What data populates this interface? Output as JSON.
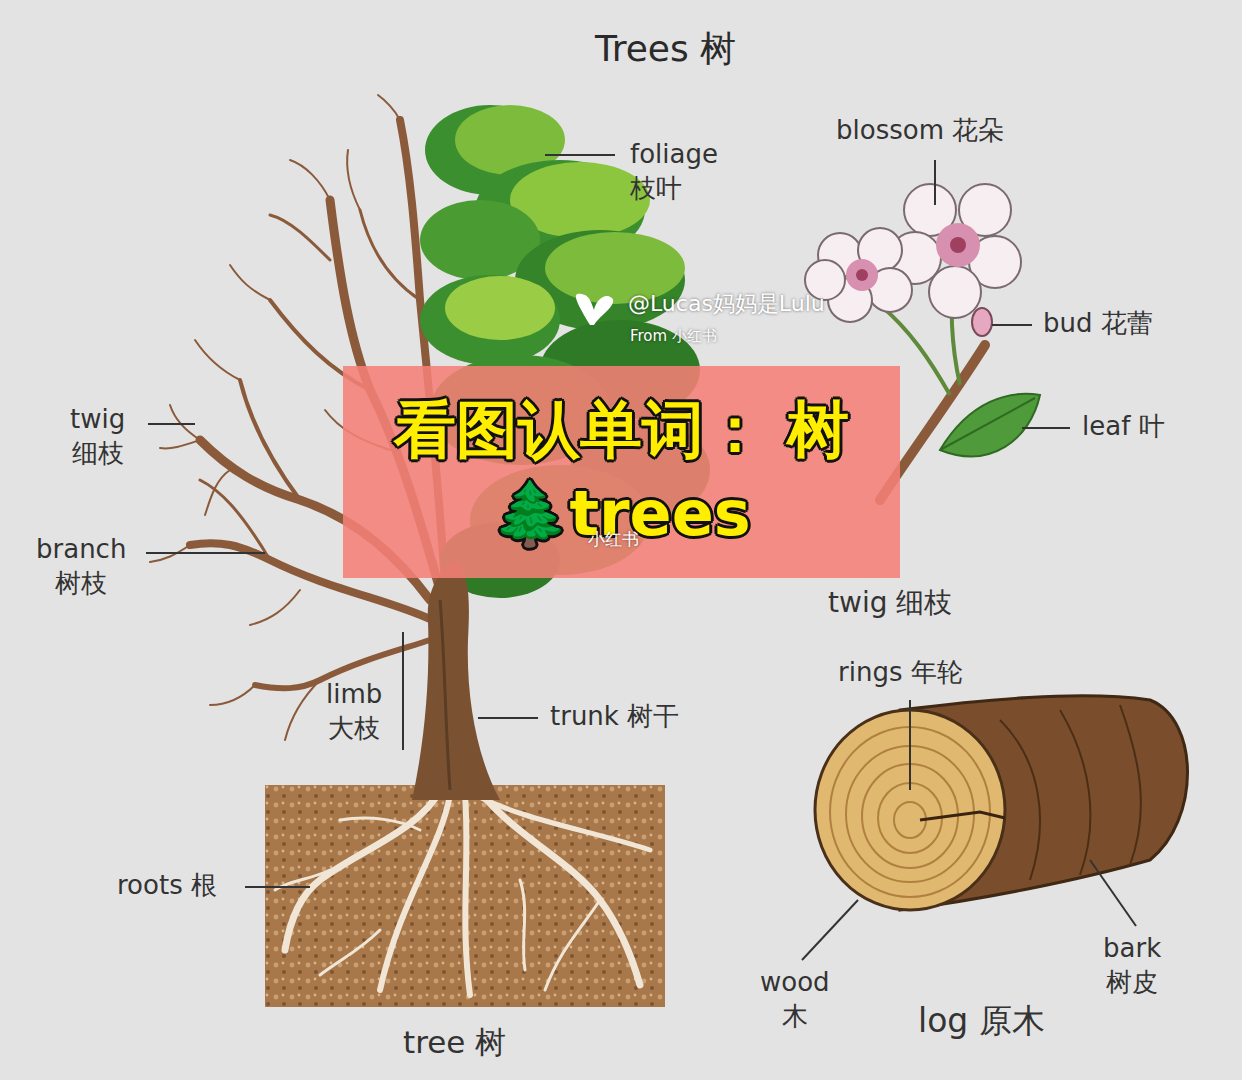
{
  "diagram": {
    "title": "Trees 树",
    "nodes": [
      {
        "text": [
          "看图认单词： 树🌲trees"
        ]
      }
    ],
    "labels": [
      "@Lucas妈妈是Lulu",
      "From 小红书",
      "foliage 枝叶",
      "blossom 花朵",
      "bud 花蕾",
      "twig 细枝",
      "leaf 叶",
      "branch 树枝",
      "小红书",
      "twig 细枝",
      "limb 大枝",
      "trunk 树干",
      "rings 年轮",
      "roots 根",
      "wood 木",
      "bark 树皮",
      "tree 树",
      "log 原木"
    ]
  }
}
